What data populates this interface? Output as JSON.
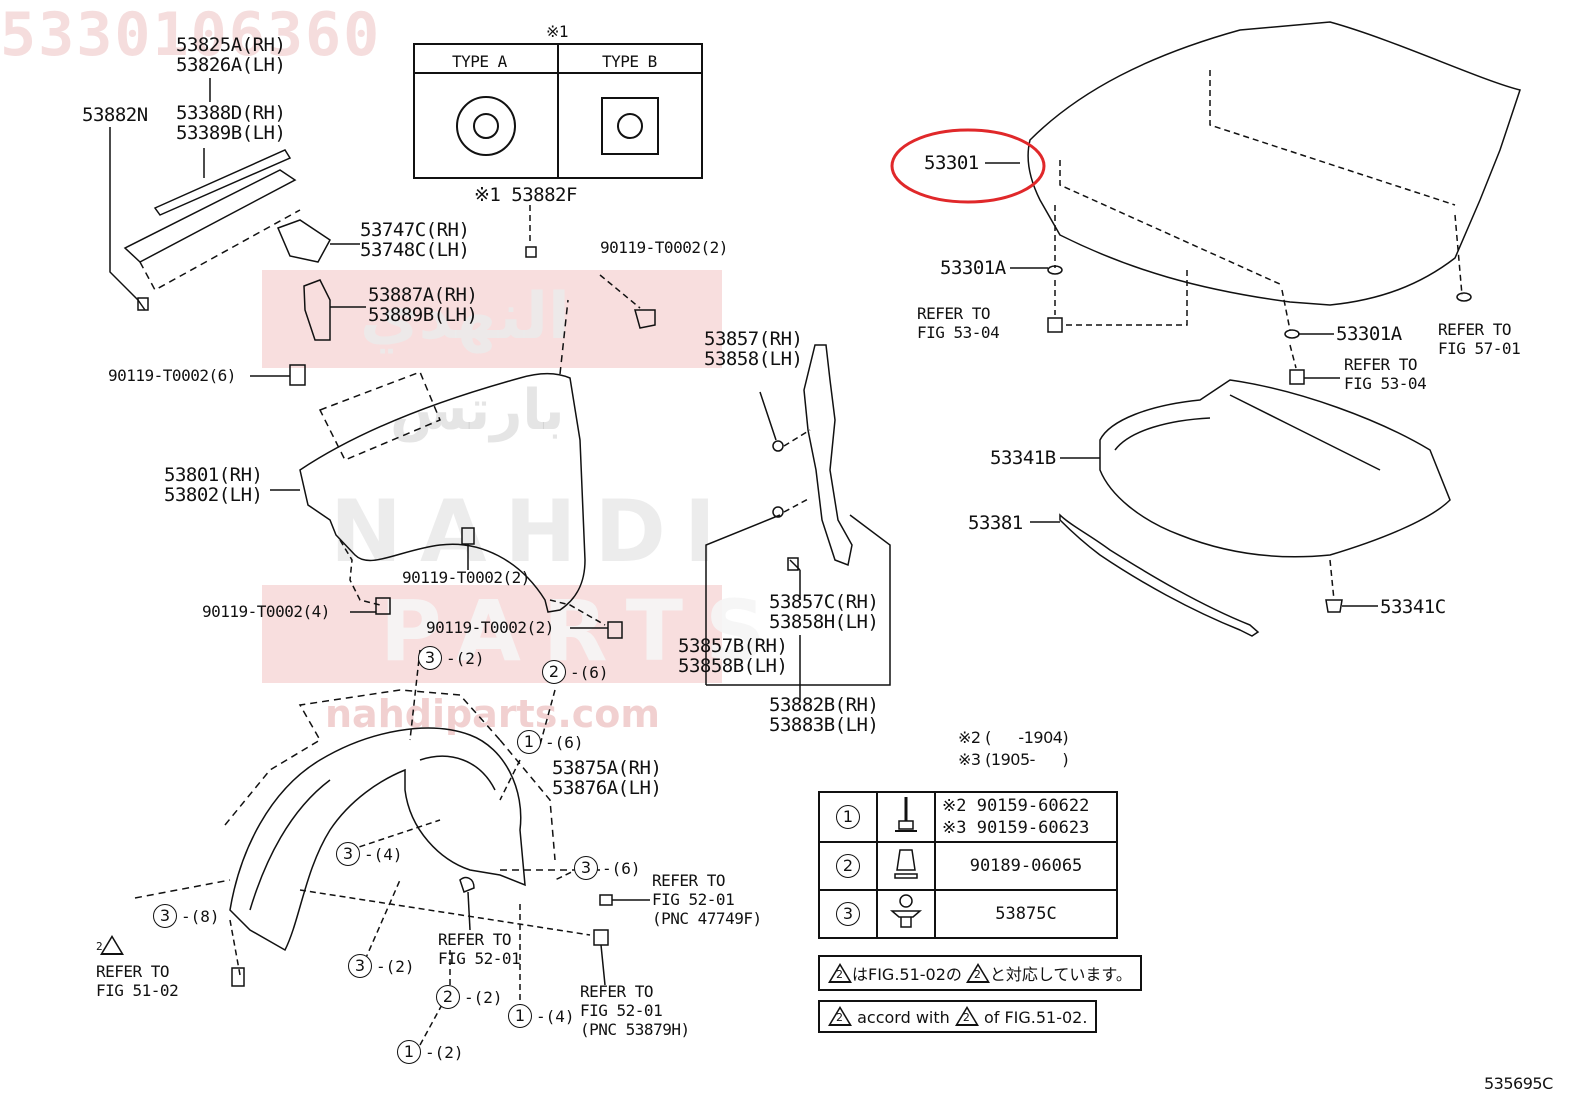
{
  "watermark": {
    "part_number": "5330106360",
    "brand_arabic": "النهدي",
    "brand_arabic_2": "بارتس",
    "brand_latin_1": "NAHDI",
    "brand_latin_2": "PARTS",
    "url": "nahdiparts.com"
  },
  "type_box": {
    "note_ref": "※1",
    "type_a": "TYPE A",
    "type_b": "TYPE B",
    "footer": "※1 53882F"
  },
  "labels": {
    "l53825A": "53825A(RH)",
    "l53826A": "53826A(LH)",
    "l53882N": "53882N",
    "l53388D": "53388D(RH)",
    "l53389B": "53389B(LH)",
    "l53747C": "53747C(RH)",
    "l53748C": "53748C(LH)",
    "l53887A": "53887A(RH)",
    "l53889B": "53889B(LH)",
    "l90119_2a": "90119-T0002(2)",
    "l90119_6": "90119-T0002(6)",
    "l53801": "53801(RH)",
    "l53802": "53802(LH)",
    "l90119_2b": "90119-T0002(2)",
    "l90119_4": "90119-T0002(4)",
    "l90119_2c": "90119-T0002(2)",
    "l53857": "53857(RH)",
    "l53858": "53858(LH)",
    "l53857C": "53857C(RH)",
    "l53858H": "53858H(LH)",
    "l53857B": "53857B(RH)",
    "l53858B": "53858B(LH)",
    "l53882B": "53882B(RH)",
    "l53883B": "53883B(LH)",
    "l53875A": "53875A(RH)",
    "l53876A": "53876A(LH)",
    "l53301": "53301",
    "l53301A_1": "53301A",
    "l53301A_2": "53301A",
    "refer_5304_a1": "REFER TO",
    "refer_5304_a2": "FIG 53-04",
    "refer_5701_1": "REFER TO",
    "refer_5701_2": "FIG 57-01",
    "refer_5304_b1": "REFER TO",
    "refer_5304_b2": "FIG 53-04",
    "l53341B": "53341B",
    "l53381": "53381",
    "l53341C": "53341C",
    "refer_5201a_1": "REFER TO",
    "refer_5201a_2": "FIG 52-01",
    "refer_5201a_3": "(PNC 47749F)",
    "refer_5201b_1": "REFER TO",
    "refer_5201b_2": "FIG 52-01",
    "refer_5201c_1": "REFER TO",
    "refer_5201c_2": "FIG 52-01",
    "refer_5201c_3": "(PNC 53879H)",
    "refer_5102_1": "REFER TO",
    "refer_5102_2": "FIG 51-02",
    "note2": "※2 (      -1904)",
    "note3": "※3 (1905-      )",
    "diagram_id": "535695C"
  },
  "callouts": [
    {
      "n": "3",
      "q": "-(2)"
    },
    {
      "n": "2",
      "q": "-(6)"
    },
    {
      "n": "1",
      "q": "-(6)"
    },
    {
      "n": "3",
      "q": "-(4)"
    },
    {
      "n": "3",
      "q": "-(6)"
    },
    {
      "n": "3",
      "q": "-(8)"
    },
    {
      "n": "3",
      "q": "-(2)"
    },
    {
      "n": "2",
      "q": "-(2)"
    },
    {
      "n": "1",
      "q": "-(4)"
    },
    {
      "n": "1",
      "q": "-(2)"
    }
  ],
  "fastener_table": {
    "row1": {
      "n": "1",
      "a": "※2 90159-60622",
      "b": "※3 90159-60623"
    },
    "row2": {
      "n": "2",
      "a": "90189-06065"
    },
    "row3": {
      "n": "3",
      "a": "53875C"
    }
  },
  "notes": {
    "jp_a": "はFIG.51-02の",
    "jp_b": "と対応しています。",
    "en_a": "accord with",
    "en_b": "of FIG.51-02."
  },
  "highlight_color": "#e0282a"
}
